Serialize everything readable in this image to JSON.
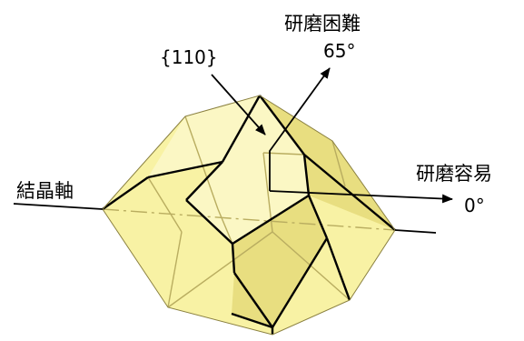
{
  "colors": {
    "face_fill": "#f8f2a4",
    "face_light": "#fbf7c4",
    "face_shadow": "#e8de80",
    "hidden_edge": "#b9ad60",
    "edge": "#000000",
    "background": "#ffffff"
  },
  "labels": {
    "face_index": "{110}",
    "crystal_axis": "結晶軸",
    "hard_direction": "研磨困難",
    "hard_angle": "65°",
    "easy_direction": "研磨容易",
    "easy_angle": "0°"
  }
}
